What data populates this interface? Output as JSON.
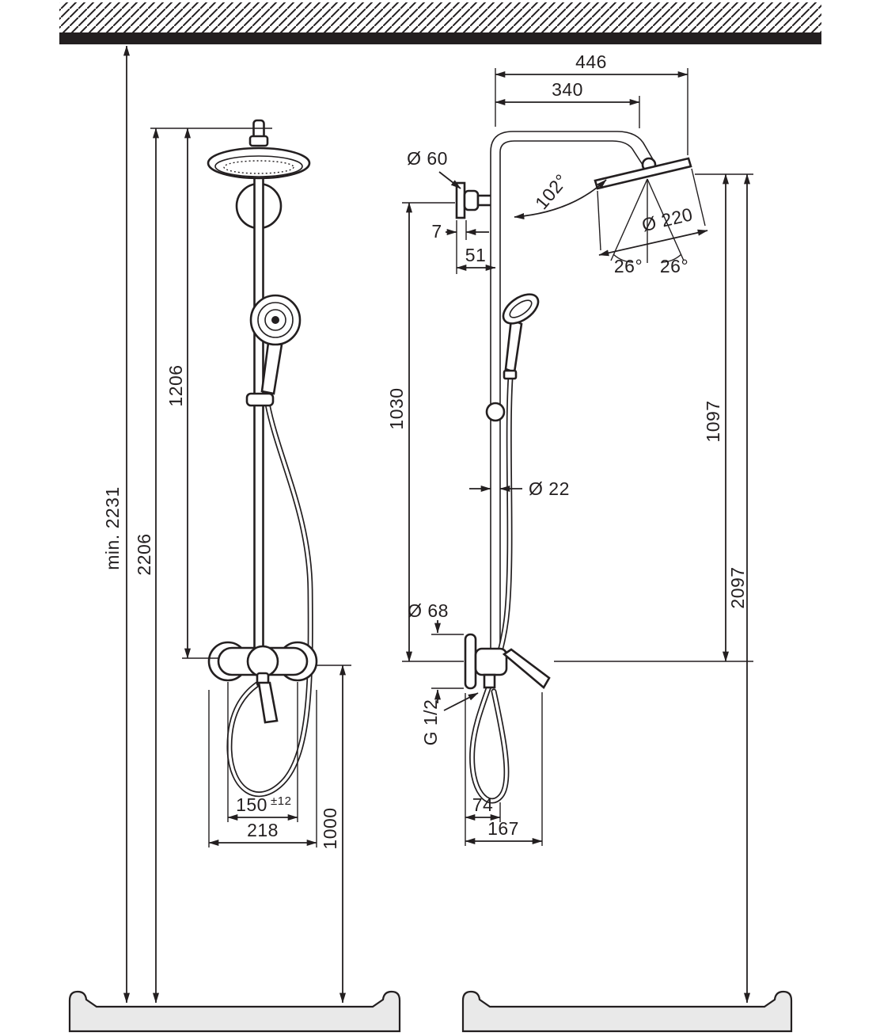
{
  "drawing": {
    "front_view": {
      "min_height": "min. 2231",
      "height_2206": "2206",
      "height_1206": "1206",
      "spacing_150": "150",
      "spacing_150_tolerance": "±12",
      "width_218": "218",
      "height_1000": "1000"
    },
    "side_view": {
      "width_446": "446",
      "width_340": "340",
      "dia_60": "Ø 60",
      "depth_7": "7",
      "depth_51": "51",
      "angle_102": "102°",
      "dia_220": "Ø 220",
      "angle_26_left": "26°",
      "angle_26_right": "26°",
      "height_1030": "1030",
      "height_1097": "1097",
      "height_2097": "2097",
      "dia_22": "Ø 22",
      "dia_68": "Ø 68",
      "thread": "G 1/2",
      "depth_74": "74",
      "depth_167": "167"
    },
    "colors": {
      "ink": "#231f20",
      "tray_fill": "#e9e9e9",
      "background": "#ffffff"
    }
  }
}
